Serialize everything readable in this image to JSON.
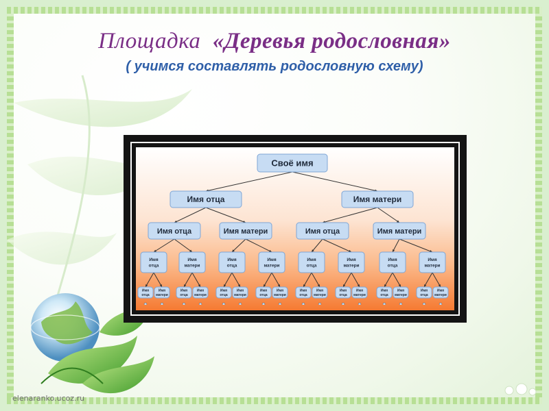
{
  "slide": {
    "title_main": "Площадка",
    "title_quote": "«Деревья родословная»",
    "subtitle": "( учимся составлять родословную схему)",
    "footer_url": "elenaranko.ucoz.ru"
  },
  "tree": {
    "root": "Своё имя",
    "level1": [
      "Имя отца",
      "Имя матери"
    ],
    "level2": [
      "Имя отца",
      "Имя матери",
      "Имя отца",
      "Имя матери"
    ],
    "level3": [
      [
        "Имя",
        "отца"
      ],
      [
        "Имя",
        "матери"
      ],
      [
        "Имя",
        "отца"
      ],
      [
        "Имя",
        "матери"
      ],
      [
        "Имя",
        "отца"
      ],
      [
        "Имя",
        "матери"
      ],
      [
        "Имя",
        "отца"
      ],
      [
        "Имя",
        "матери"
      ]
    ],
    "level4": [
      [
        "Имя",
        "отца"
      ],
      [
        "Имя",
        "матери"
      ],
      [
        "Имя",
        "отца"
      ],
      [
        "Имя",
        "матери"
      ],
      [
        "Имя",
        "отца"
      ],
      [
        "Имя",
        "матери"
      ],
      [
        "Имя",
        "отца"
      ],
      [
        "Имя",
        "матери"
      ],
      [
        "Имя",
        "отца"
      ],
      [
        "Имя",
        "матери"
      ],
      [
        "Имя",
        "отца"
      ],
      [
        "Имя",
        "матери"
      ],
      [
        "Имя",
        "отца"
      ],
      [
        "Имя",
        "матери"
      ],
      [
        "Имя",
        "отца"
      ],
      [
        "Имя",
        "матери"
      ]
    ]
  },
  "colors": {
    "title": "#7a2e86",
    "subtitle": "#2f5fa8",
    "node_fill": "#c7dcf3",
    "node_stroke": "#7fa6d6",
    "connector": "#333333"
  }
}
